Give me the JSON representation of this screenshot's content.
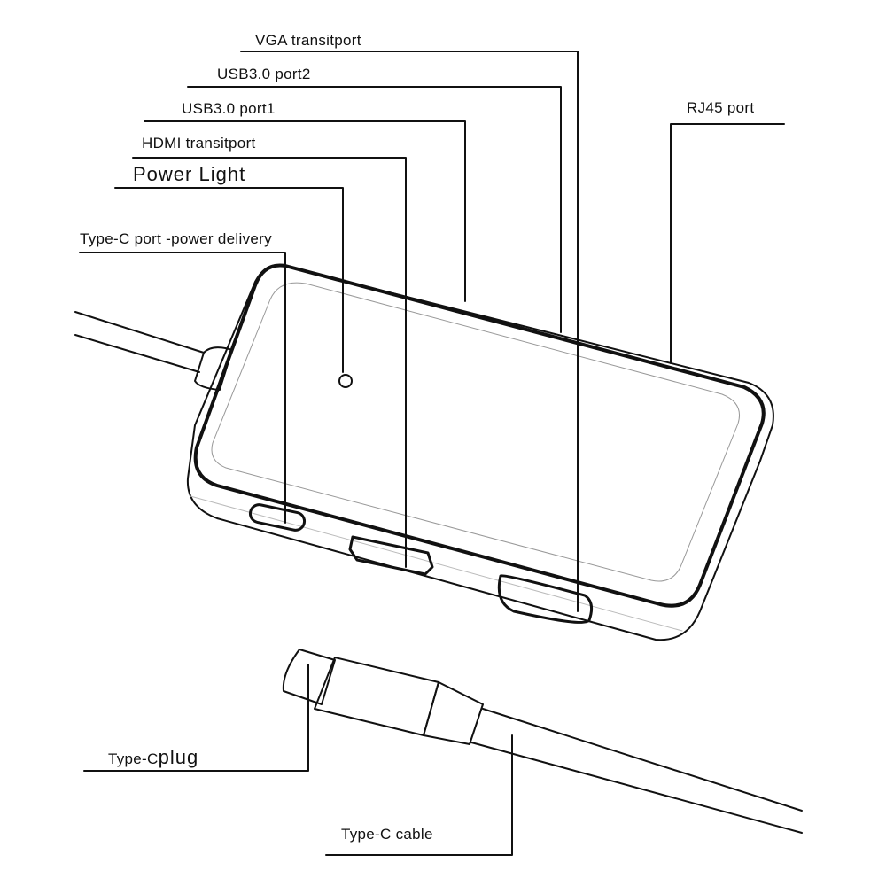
{
  "labels": {
    "vga": "VGA transitport",
    "usb2": "USB3.0  port2",
    "usb1": "USB3.0  port1",
    "hdmi": "HDMI transitport",
    "power_light": "Power  Light",
    "typec_pd": "Type-C port -power delivery",
    "rj45": "RJ45 port",
    "typec_plug_prefix": "Type-C",
    "typec_plug_suffix": "plug",
    "typec_cable": "Type-C cable"
  }
}
